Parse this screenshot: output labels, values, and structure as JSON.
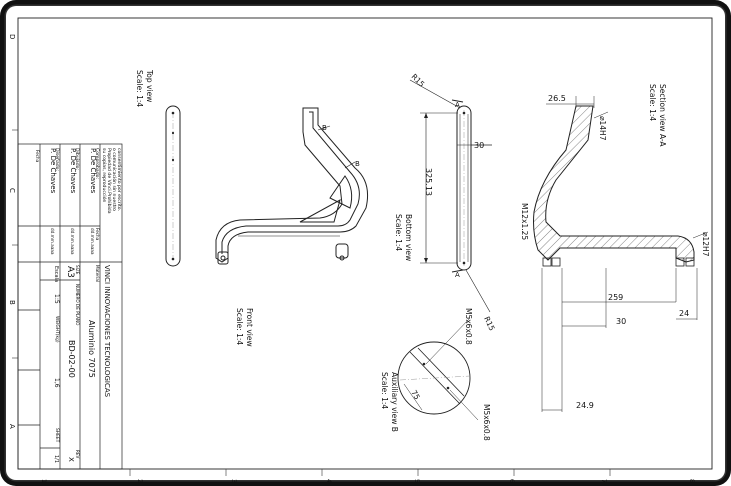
{
  "views": {
    "top": {
      "title": "Top view",
      "scale": "Scale: 1:4"
    },
    "front": {
      "title": "Front view",
      "scale": "Scale: 1:4",
      "label_b1": "B",
      "label_b2": "B"
    },
    "bottom": {
      "title": "Bottom view",
      "scale": "Scale: 1:4"
    },
    "section": {
      "title": "Section view A-A",
      "scale": "Scale: 1:4"
    },
    "auxiliary": {
      "title": "Auxiliary view B",
      "scale": "Scale: 1:4"
    }
  },
  "dimensions": {
    "r15_top": "R15",
    "r15_bottom": "R15",
    "len_325": "325.13",
    "w_30": "30",
    "a_top": "A",
    "a_bottom": "A",
    "d_26_5": "26.5",
    "d_14h7": "⌀14H7",
    "d_m12": "M12x1.25",
    "d_12h7": "⌀12H7",
    "d_259": "259",
    "d_24": "24",
    "d_30b": "30",
    "d_24_9": "24.9",
    "d_m5_top": "M5x6x0.8",
    "d_m5_bot": "M5x6x0.8",
    "d_75": "75"
  },
  "title_block": {
    "copyright": [
      "Propiedad de Vinci.Prohibida",
      "su copias, reproducción",
      "o comunicación sin nuestro",
      "consentimiento por escrito."
    ],
    "hdr_comprobado": "Comprobado:",
    "hdr_dibujado": "Dibujado:",
    "hdr_disenado": "Diseñado:",
    "hdr_fecha": "Fecha",
    "name1": "P. De Chaves",
    "name2": "P. De Chaves",
    "name3": "P. De Chaves",
    "date1": "dd.mm.aaaa",
    "date2": "dd.mm.aaaa",
    "date3": "dd.mm.aaaa",
    "company": "VINCI INNOVACIONES TECNOLOGICAS",
    "material_label": "Material",
    "material": "Aluminio 7075",
    "size_label": "SIZE",
    "size": "A3",
    "plano_label": "NUMERO DE PLANO",
    "plano": "BD-02-00",
    "rev_label": "REV",
    "rev": "X",
    "escala_label": "Escala",
    "escala": "1:5",
    "weight_label": "WEIGHT(kg)",
    "weight": "1,6",
    "sheet_label": "SHEET",
    "sheet": "1/1"
  },
  "border": {
    "zones_left": [
      "D",
      "C",
      "B",
      "A"
    ],
    "zones_bottom": [
      "1",
      "2",
      "3",
      "4",
      "5",
      "6",
      "7",
      "8"
    ]
  }
}
